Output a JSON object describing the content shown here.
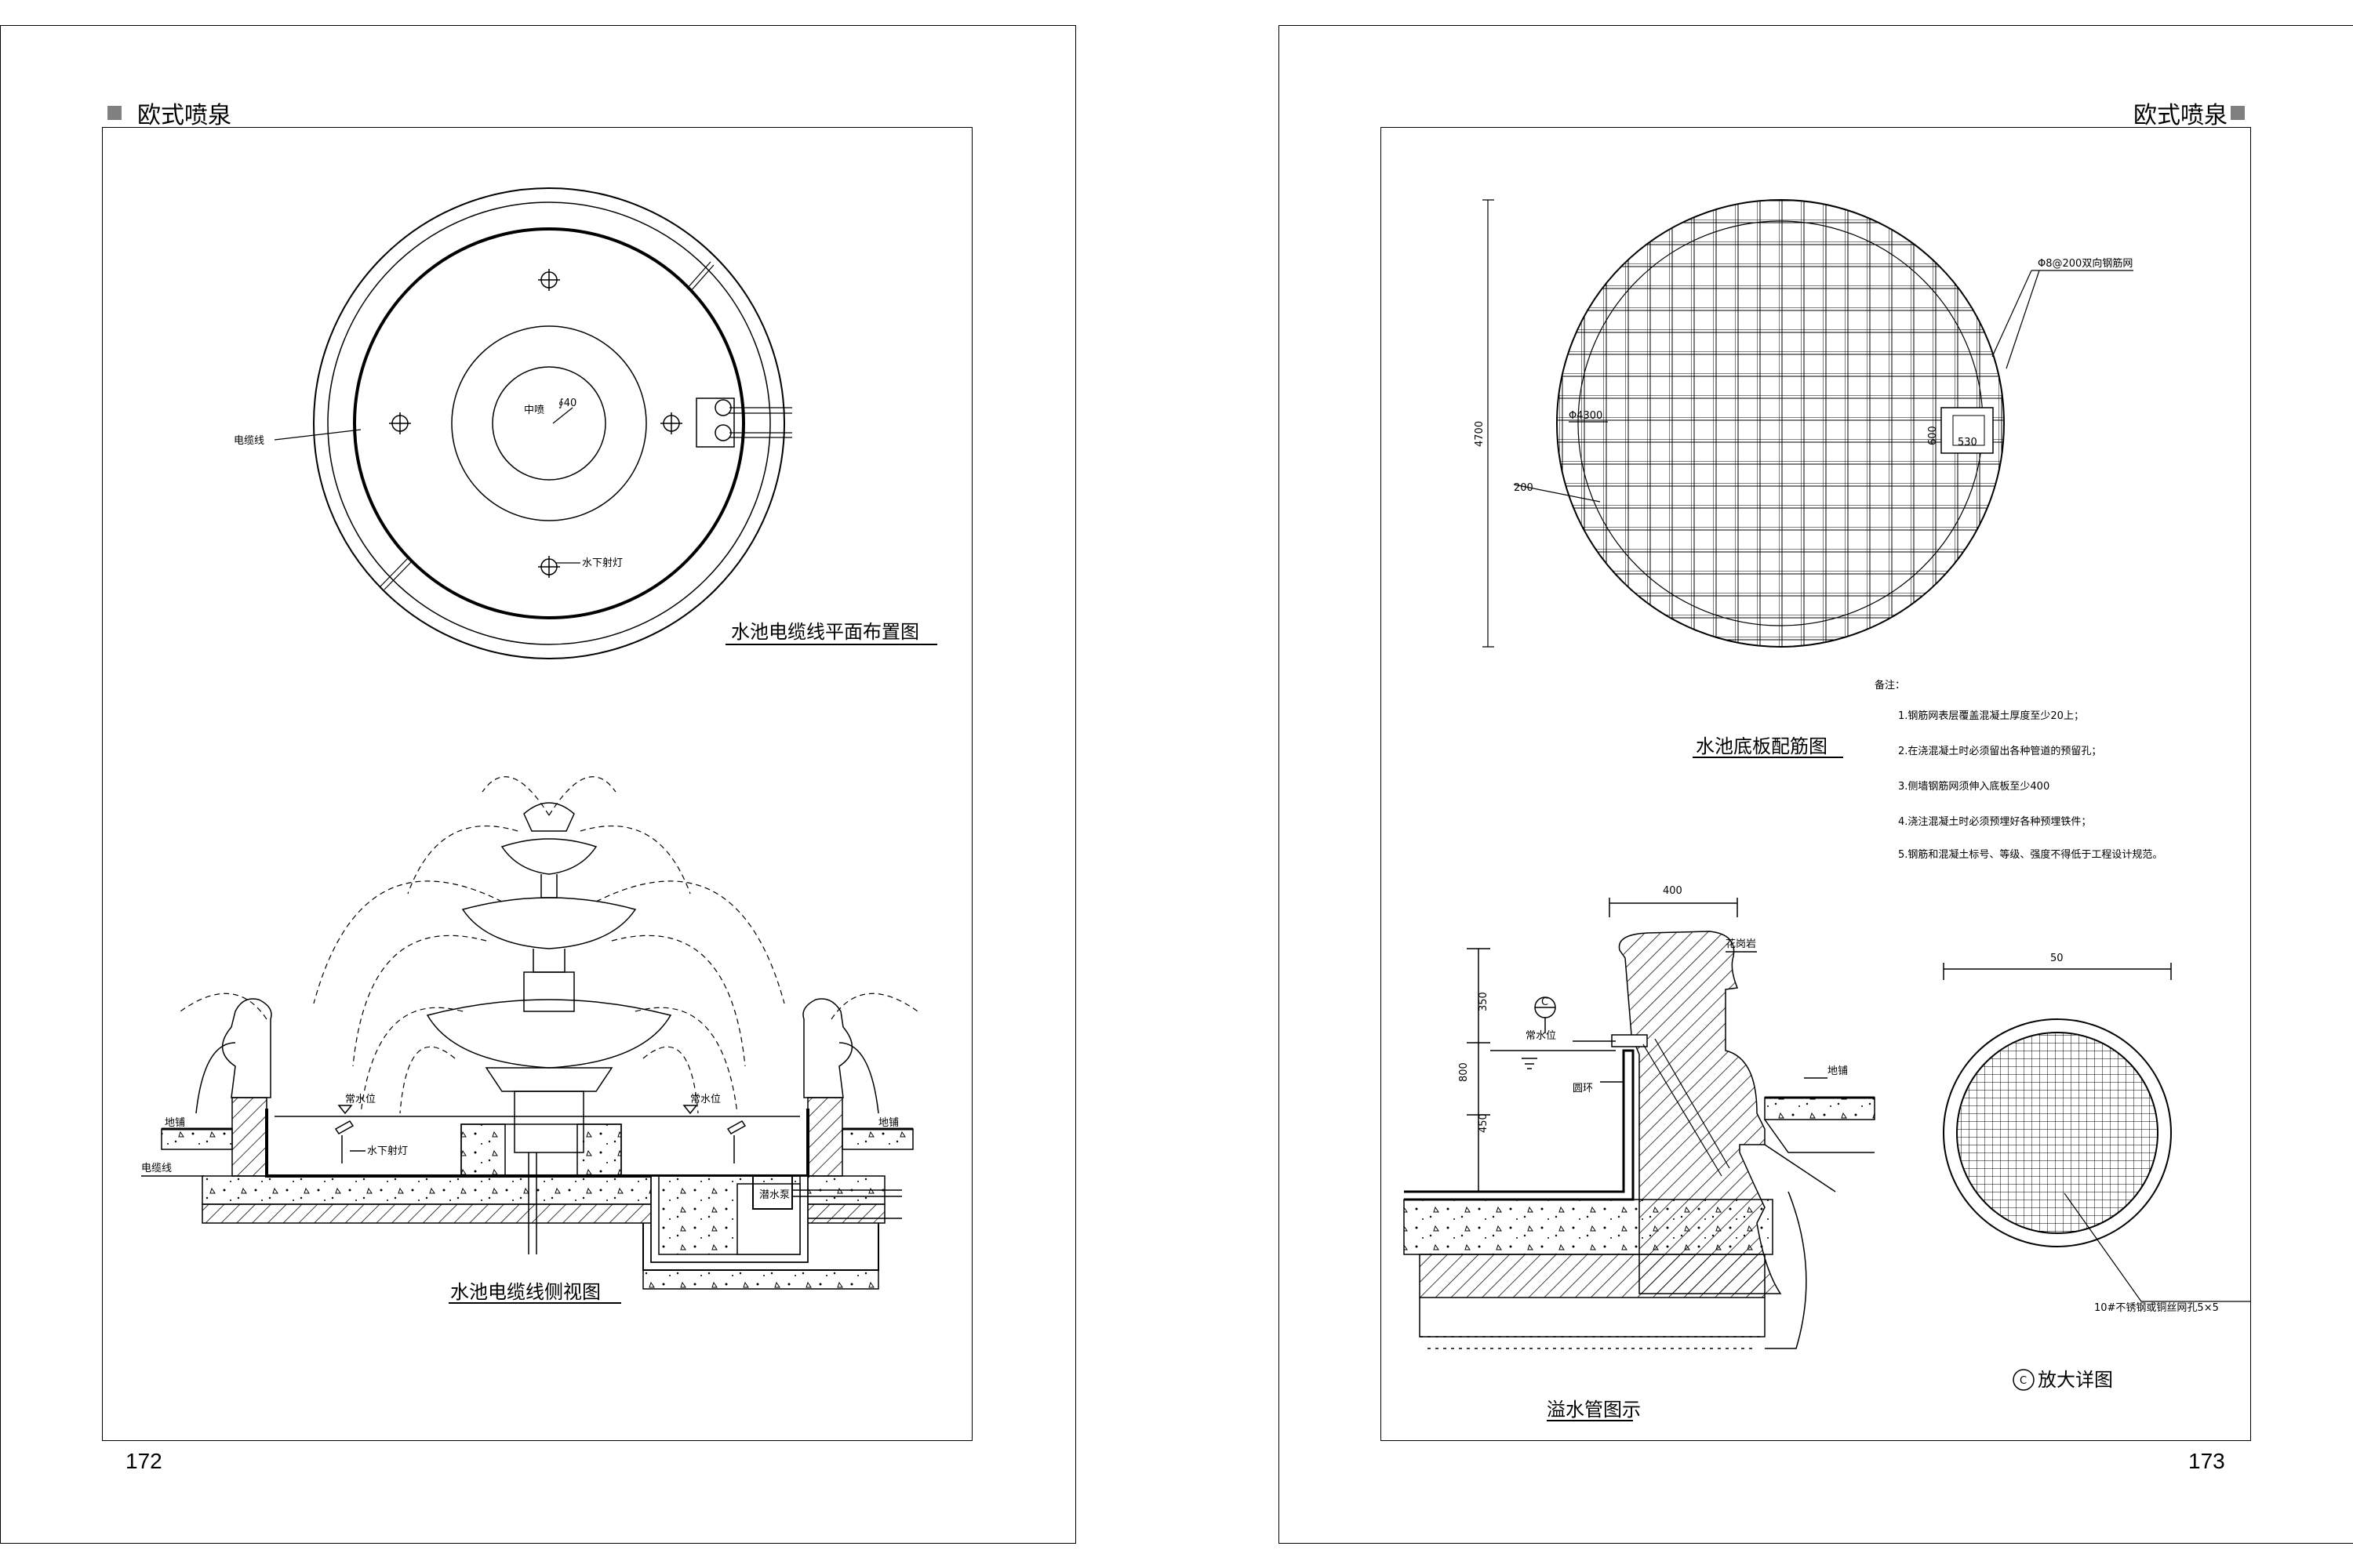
{
  "left_page": {
    "header": "欧式喷泉",
    "page_number": "172",
    "plan": {
      "title": "水池电缆线平面布置图",
      "label_cable": "电缆线",
      "label_center_jet": "中喷",
      "label_center_dim": "∮40",
      "label_light": "水下射灯"
    },
    "side": {
      "title": "水池电缆线侧视图",
      "label_water_level_left": "常水位",
      "label_water_level_right": "常水位",
      "label_light": "水下射灯",
      "label_paving_left": "地铺",
      "label_paving_right": "地铺",
      "label_cable": "电缆线",
      "label_pump": "潜水泵"
    }
  },
  "right_page": {
    "header": "欧式喷泉",
    "page_number": "173",
    "rebar": {
      "title": "水池底板配筋图",
      "dim_height": "4700",
      "dim_200": "200",
      "label_rebar": "Φ8@200双向钢筋网",
      "label_4300": "Φ4300",
      "dim_600": "600",
      "dim_530": "530"
    },
    "notes": {
      "heading": "备注：",
      "items": [
        "1.钢筋网表层覆盖混凝土厚度至少20上；",
        "2.在浇混凝土时必须留出各种管道的预留孔；",
        "3.侧墙钢筋网须伸入底板至少400",
        "4.浇注混凝土时必须预埋好各种预埋铁件；",
        "5.钢筋和混凝土标号、等级、强度不得低于工程设计规范。"
      ]
    },
    "overflow": {
      "title": "溢水管图示",
      "dim_400": "400",
      "label_granite": "花岗岩",
      "label_c": "C",
      "label_water_level": "常水位",
      "label_paving": "地铺",
      "label_ring": "圆环",
      "dim_350": "350",
      "dim_800": "800",
      "dim_450": "450"
    },
    "detail": {
      "title": "放大详图",
      "label_c": "C",
      "dim_50": "50",
      "label_mesh": "10#不锈钢或铜丝网孔5×5"
    }
  }
}
